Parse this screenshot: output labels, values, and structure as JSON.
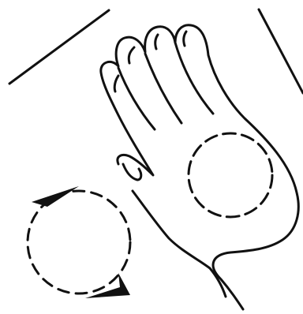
{
  "illustration": {
    "ink_color": "#111111",
    "background_color": "#ffffff",
    "elements": [
      {
        "name": "hand",
        "kind": "open-palm-outline"
      },
      {
        "name": "palm-target-circle",
        "kind": "dashed-circle"
      },
      {
        "name": "rotation-indicator",
        "kind": "dashed-circle-with-two-arrowheads",
        "direction": "clockwise"
      },
      {
        "name": "surface-edge-left",
        "kind": "line"
      },
      {
        "name": "surface-edge-right",
        "kind": "line"
      }
    ]
  }
}
